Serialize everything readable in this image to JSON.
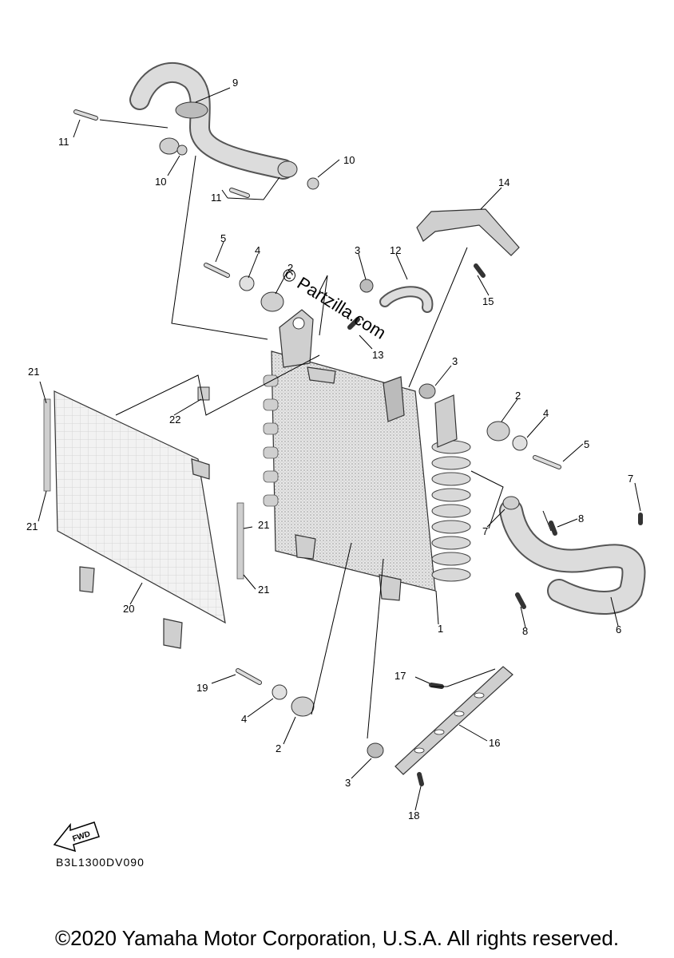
{
  "watermark": "© Partzilla.com",
  "diagram_code": "B3L1300DV090",
  "copyright": "©2020 Yamaha Motor Corporation, U.S.A. All rights reserved.",
  "fwd_label": "FWD",
  "callouts": {
    "c1": "1",
    "c2a": "2",
    "c2b": "2",
    "c2c": "2",
    "c3a": "3",
    "c3b": "3",
    "c3c": "3",
    "c4a": "4",
    "c4b": "4",
    "c4c": "4",
    "c5a": "5",
    "c5b": "5",
    "c6": "6",
    "c7a": "7",
    "c7b": "7",
    "c8a": "8",
    "c8b": "8",
    "c9": "9",
    "c10a": "10",
    "c10b": "10",
    "c11a": "11",
    "c11b": "11",
    "c12": "12",
    "c13": "13",
    "c14": "14",
    "c15": "15",
    "c16": "16",
    "c17": "17",
    "c18": "18",
    "c19": "19",
    "c20": "20",
    "c21a": "21",
    "c21b": "21",
    "c21c": "21",
    "c21d": "21",
    "c22": "22"
  },
  "colors": {
    "ink": "#000000",
    "part_fill": "#d9d9d9",
    "part_dark": "#a8a8a8"
  }
}
